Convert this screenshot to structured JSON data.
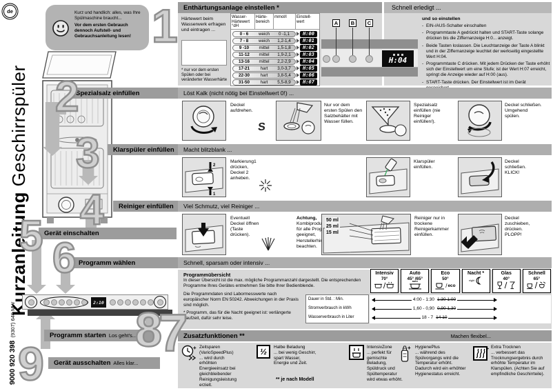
{
  "colors": {
    "band": "#9c9c9c",
    "band_light": "#aeaeae",
    "panel": "#d8d8d8",
    "bubble": "#b3b3b3",
    "badge_bg": "#0a0a0a",
    "badge_text": "#ffffff"
  },
  "page": {
    "lang": "de",
    "title_bold": "Kurzanleitung",
    "title_rest": "Geschirrspüler",
    "doc_number": "9000 920 398",
    "doc_number_small": "(9307) 640 MW"
  },
  "bubble": {
    "intro": "Kurz und handlich: alles, was Ihre Spülmaschine braucht...",
    "warning": "Vor dem ersten Gebrauch dennoch Aufstell- und Gebrauchsanleitung lesen!"
  },
  "digits": {
    "d1": "1",
    "d2": "2",
    "d3": "3",
    "d4": "4",
    "d5": "5",
    "d6": "6",
    "d7": "7",
    "d8": "8",
    "d9": "9"
  },
  "step1": {
    "title": "Enthärtungsanlage einstellen *",
    "note": "Härtewert beim Wasserwerk erfragen und eintragen ...",
    "footnote": "* nur vor dem ersten Spülen oder bei veränderter Wasserhärte",
    "table": {
      "h_dh": "Wasser-Härtewert °dH",
      "h_bereich": "Härte-bereich",
      "h_mmol": "mmol/l",
      "h_wert": "Einstell-wert",
      "rows": [
        {
          "dh": "0 - 6",
          "b": "weich",
          "m": "0 -1,1",
          "w": "H:00"
        },
        {
          "dh": "7 - 8",
          "b": "weich",
          "m": "1,2-1,4",
          "w": "H:01"
        },
        {
          "dh": "9 -10",
          "b": "mittel",
          "m": "1,5-1,8",
          "w": "H:02"
        },
        {
          "dh": "11-12",
          "b": "mittel",
          "m": "1,9-2,1",
          "w": "H:03"
        },
        {
          "dh": "13-16",
          "b": "mittel",
          "m": "2,2-2,9",
          "w": "H:04"
        },
        {
          "dh": "17-21",
          "b": "hart",
          "m": "3,0-3,7",
          "w": "H:05"
        },
        {
          "dh": "22-30",
          "b": "hart",
          "m": "3,8-5,4",
          "w": "H:06"
        },
        {
          "dh": "31-50",
          "b": "hart",
          "m": "5,5-8,9",
          "w": "H:07"
        }
      ]
    },
    "abc": [
      "A",
      "B",
      "C"
    ],
    "display": "H:04"
  },
  "quick": {
    "title": "Schnell erledigt ...",
    "subtitle": "und so einstellen",
    "dash": "-",
    "bullets": [
      "EIN-/AUS-Schalter einschalten",
      "Programmtaste A gedrückt halten und START-Taste solange drücken bis die Ziffernanzeige H:0... anzeigt.",
      "Beide Tasten loslassen. Die Leuchtanzeige der Taste A blinkt und in der Ziffernanzeige leuchtet der werkseitig eingestellte Wert H:04.",
      "Programmtaste C drücken. Mit jedem Drücken der Taste erhöht sich der Einstellwert um eine Stufe; ist der Wert H:07 erreicht, springt die Anzeige wieder auf H:00 (aus).",
      "START-Taste drücken. Der Einstellwert ist im Gerät gespeichert."
    ]
  },
  "step2": {
    "title": "Spezialsalz einfüllen",
    "subtitle": "Löst Kalk (nicht nötig bei Einstellwert 0!) ...",
    "cap1": "Deckel aufdrehen.",
    "cap2": "Nur vor dem ersten Spülen den Salzbehälter mit Wasser füllen.",
    "cap3": "Spezialsalz einfüllen (nie Reiniger einfüllen!).",
    "cap4": "Deckel schließen. Umgehend spülen.",
    "salt_symbol": "S"
  },
  "step3": {
    "title": "Klarspüler einfüllen",
    "subtitle": "Macht blitzblank ...",
    "cap1": "Markierung1 drücken, Deckel 2 anheben.",
    "cap2": "Klarspüler einfüllen.",
    "cap3": "Deckel schließen. KLICK!",
    "fig1": "1",
    "fig2": "2"
  },
  "step4": {
    "title": "Reiniger einfüllen",
    "subtitle": "Viel Schmutz, viel Reiniger ...",
    "cap1": "Eventuell Deckel öffnen (Taste drücken).",
    "warn_bold": "Achtung,",
    "warn_rest": "Kombiprodukte nicht für alle Programme geeignet, Herstellerhinweise beachten.",
    "ml": [
      "50 ml",
      "25 ml",
      "15 ml"
    ],
    "cap2": "Reiniger nur in trockene Reinigerkammer einfüllen.",
    "cap3": "Deckel zuschieben, drücken. PLOPP!"
  },
  "step5": {
    "title": "Gerät einschalten"
  },
  "step6": {
    "title": "Programm wählen",
    "subtitle": "Schnell, sparsam oder intensiv ...",
    "overview_title": "Programmübersicht",
    "p1": "In dieser Übersicht ist die max. mögliche Programmanzahl dargestellt. Die entsprechenden Programme Ihres Gerätes entnehmen Sie bitte Ihrer Bedienblende.",
    "p2": "Die Programmdaten sind Labormesswerte nach europäischer Norm EN 50242. Abweichungen in der Praxis sind möglich.",
    "p3": "* Programm, das für die Nacht geeignet ist: verlängerte Laufzeit, dafür sehr leise.",
    "legend": [
      "Dauer in Std. : Min.",
      "Stromverbrauch in kWh",
      "Wasserverbrauch in Liter"
    ],
    "programs": [
      {
        "name": "Intensiv",
        "temp": "70°"
      },
      {
        "name": "Auto",
        "temp": "45° /65°"
      },
      {
        "name": "Eco",
        "temp": "50°"
      },
      {
        "name": "Nacht *",
        "temp": ""
      },
      {
        "name": "Glas",
        "temp": "40°"
      },
      {
        "name": "Schnell",
        "temp": "65°"
      }
    ],
    "icon_labels": {
      "auto": "auto",
      "eco": "eco",
      "night": "night",
      "slash": "/"
    },
    "values": [
      {
        "normal": "4:00 - 1:30",
        "struck": "1:30 1:00"
      },
      {
        "normal": "1,60 - 0,90",
        "struck": "0,90 1,30"
      },
      {
        "normal": "18 - 7",
        "struck": "14 10"
      }
    ]
  },
  "step7": {
    "title": "Zusatzfunktionen **",
    "tagline": "Machen flexibel...",
    "features": [
      {
        "title": "Zeitsparen (VarioSpeedPlus)",
        "text": "... wird durch erhöhten Energieeinsatz bei gleichbleibender Reinigungsleistung erzielt."
      },
      {
        "title": "Halbe Beladung",
        "text": "... bei wenig Geschirr, spart Wasser, Energie und Zeit.",
        "badge": "½"
      },
      {
        "title": "IntensivZone",
        "text": "... perfekt für gemischte Beladung, Spüldruck und Spültemperatur wird etwas erhöht."
      },
      {
        "title": "HygienePlus",
        "text": "... während des Spülvorgangs wird die Temperatur erhöht. Dadurch wird ein erhöhter Hygienestatus erreicht."
      },
      {
        "title": "Extra Trocknen",
        "text": "... verbessert das Trocknungsergebnis durch erhöhte Temperatur im Klarspülen. (Achten Sie auf empfindliche Geschirrteile)."
      }
    ],
    "footnote": "** je nach Modell"
  },
  "step8": {
    "title": "Programm starten",
    "tagline": "Los geht's..."
  },
  "step9": {
    "title": "Gerät ausschalten",
    "tagline": "Alles klar..."
  },
  "panel": {
    "display": "2:10"
  }
}
